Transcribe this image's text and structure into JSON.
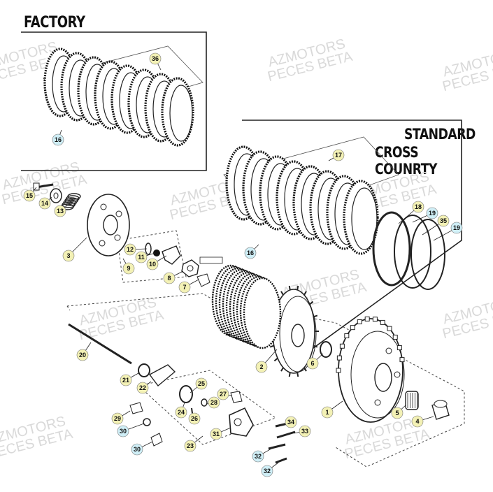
{
  "headings": {
    "factory": "FACTORY",
    "standard": "STANDARD",
    "cross_country": "CROSS COUNRTY"
  },
  "watermark": {
    "line1": "AZMOTORS",
    "line2": "PECES BETA"
  },
  "colors": {
    "callout_yellow": "#f3f1b5",
    "callout_blue": "#cfeef6",
    "line": "#222222",
    "watermark": "#d9d9d9"
  },
  "callouts": [
    {
      "id": "36",
      "fill": "yellow"
    },
    {
      "id": "16",
      "fill": "blue"
    },
    {
      "id": "17",
      "fill": "yellow"
    },
    {
      "id": "15",
      "fill": "yellow"
    },
    {
      "id": "14",
      "fill": "yellow"
    },
    {
      "id": "13",
      "fill": "yellow"
    },
    {
      "id": "3",
      "fill": "yellow"
    },
    {
      "id": "12",
      "fill": "yellow"
    },
    {
      "id": "11",
      "fill": "yellow"
    },
    {
      "id": "10",
      "fill": "yellow"
    },
    {
      "id": "9",
      "fill": "yellow"
    },
    {
      "id": "8",
      "fill": "yellow"
    },
    {
      "id": "7",
      "fill": "yellow"
    },
    {
      "id": "16",
      "fill": "blue"
    },
    {
      "id": "18",
      "fill": "yellow"
    },
    {
      "id": "19",
      "fill": "blue"
    },
    {
      "id": "35",
      "fill": "yellow"
    },
    {
      "id": "19",
      "fill": "blue"
    },
    {
      "id": "20",
      "fill": "yellow"
    },
    {
      "id": "2",
      "fill": "yellow"
    },
    {
      "id": "6",
      "fill": "yellow"
    },
    {
      "id": "21",
      "fill": "yellow"
    },
    {
      "id": "22",
      "fill": "yellow"
    },
    {
      "id": "25",
      "fill": "yellow"
    },
    {
      "id": "27",
      "fill": "yellow"
    },
    {
      "id": "1",
      "fill": "yellow"
    },
    {
      "id": "5",
      "fill": "yellow"
    },
    {
      "id": "4",
      "fill": "yellow"
    },
    {
      "id": "24",
      "fill": "yellow"
    },
    {
      "id": "26",
      "fill": "yellow"
    },
    {
      "id": "29",
      "fill": "yellow"
    },
    {
      "id": "30",
      "fill": "blue"
    },
    {
      "id": "28",
      "fill": "yellow"
    },
    {
      "id": "34",
      "fill": "yellow"
    },
    {
      "id": "33",
      "fill": "yellow"
    },
    {
      "id": "31",
      "fill": "yellow"
    },
    {
      "id": "23",
      "fill": "yellow"
    },
    {
      "id": "30",
      "fill": "blue"
    },
    {
      "id": "32",
      "fill": "blue"
    },
    {
      "id": "32",
      "fill": "blue"
    }
  ]
}
